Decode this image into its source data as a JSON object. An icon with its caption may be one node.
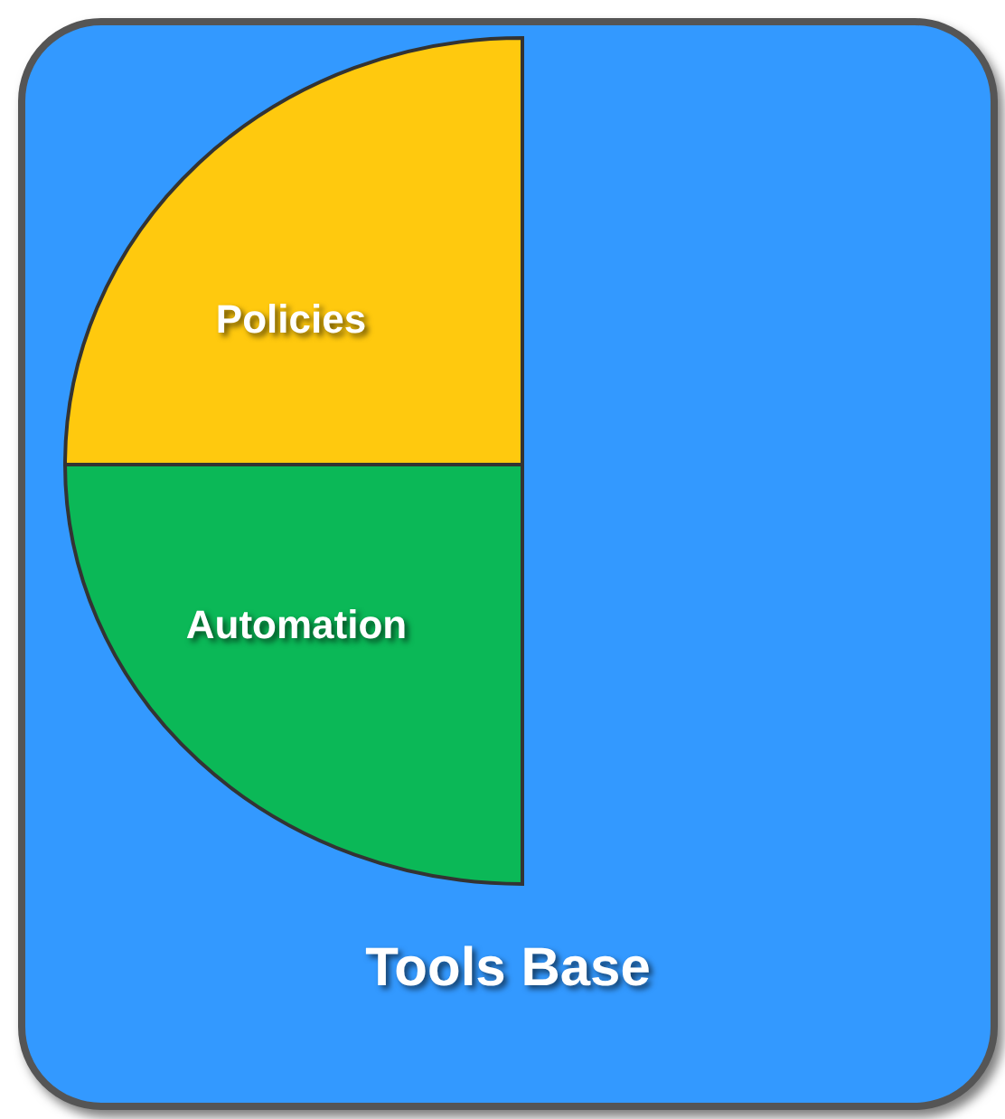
{
  "diagram": {
    "nodes": [
      {
        "text": [
          "Tools Base"
        ]
      },
      {
        "text": [
          "Policies"
        ],
        "in": 0
      },
      {
        "text": [
          "Automation"
        ],
        "in": 0
      }
    ]
  }
}
